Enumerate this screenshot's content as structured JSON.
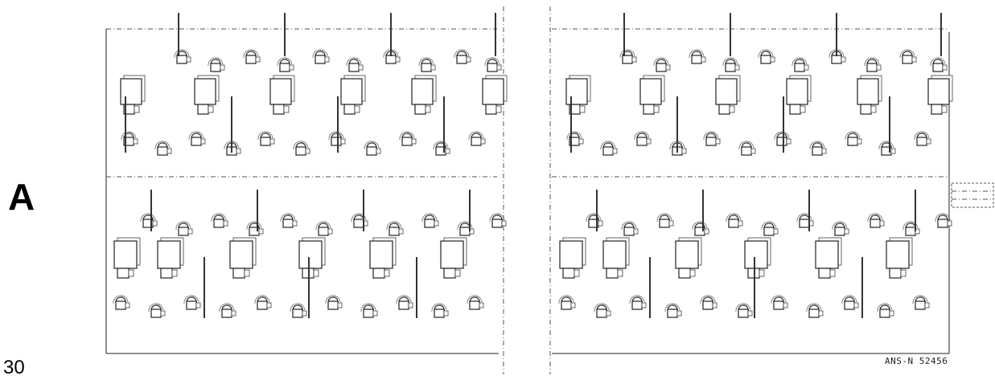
{
  "figure": {
    "panel_label": "A",
    "side_number": "30",
    "drawing_code": "ANS-N 52456"
  }
}
